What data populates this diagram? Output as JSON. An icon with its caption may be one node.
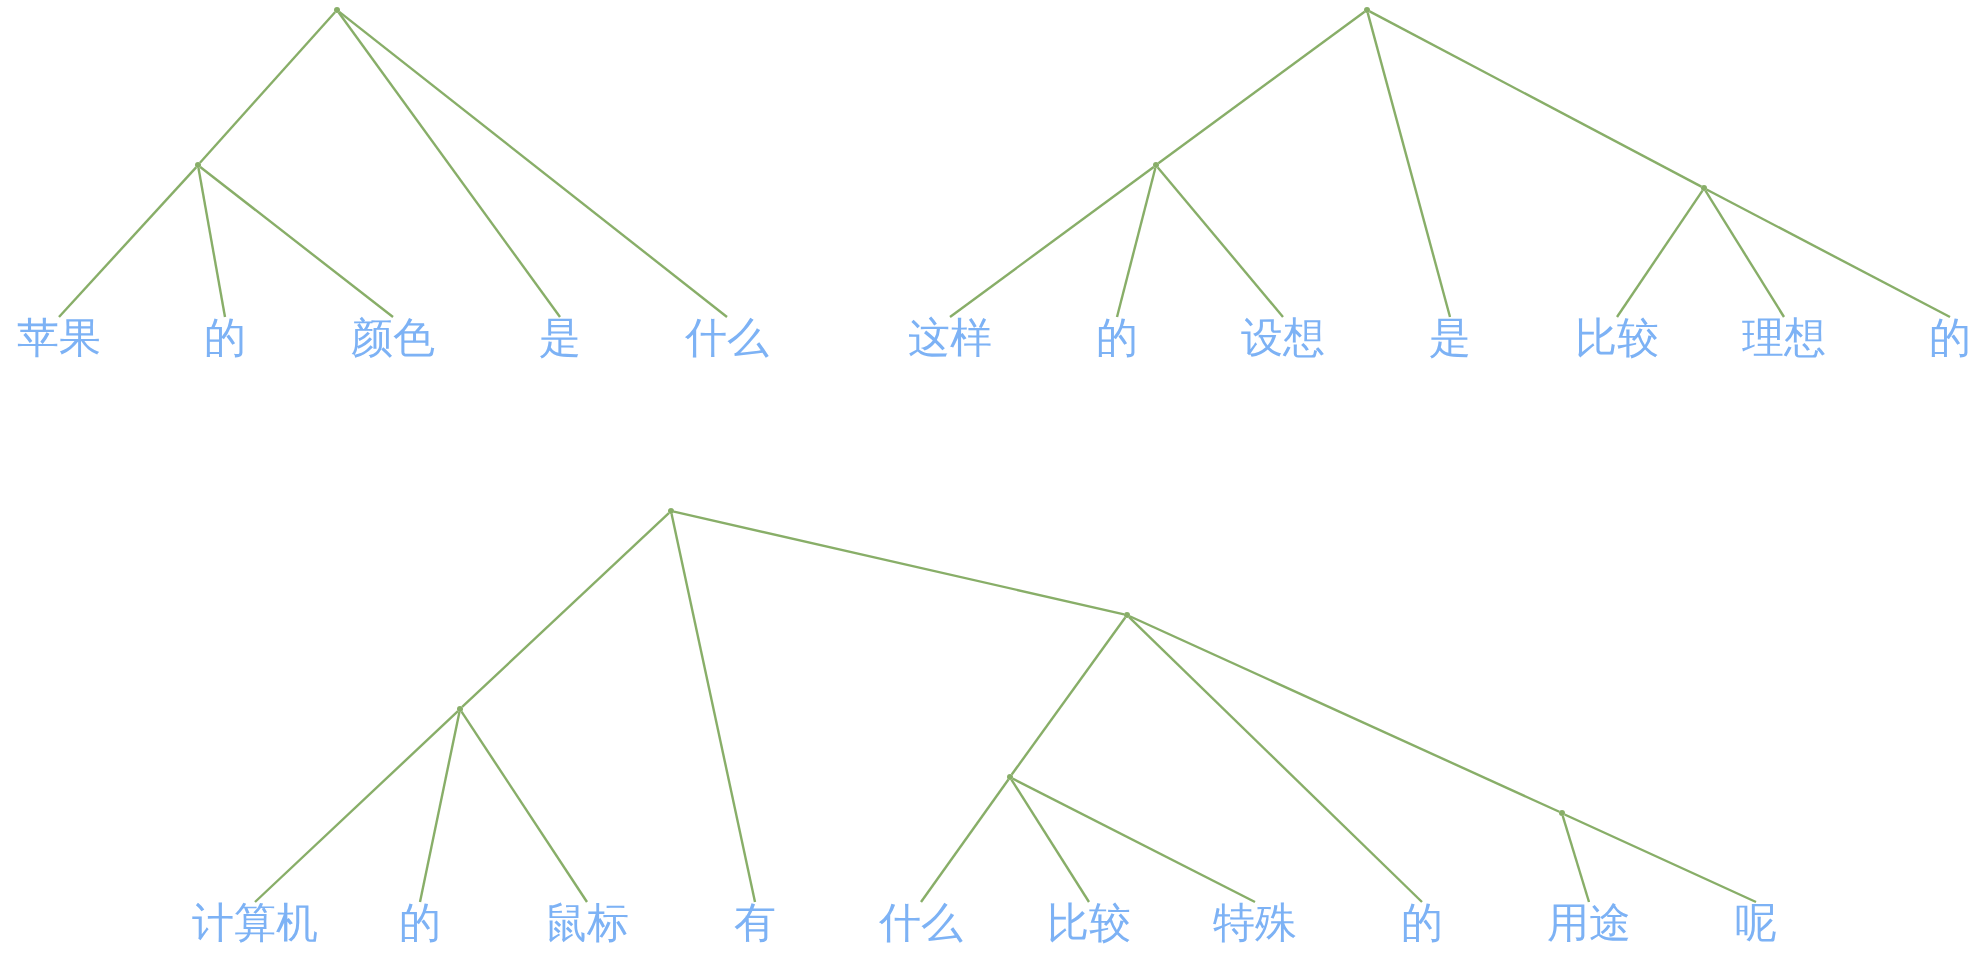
{
  "diagram": {
    "nodes": [
      {
        "text": [],
        "shape": "point"
      },
      {
        "text": [],
        "shape": "point"
      },
      {
        "text": [
          "苹果"
        ]
      },
      {
        "text": [
          "的"
        ]
      },
      {
        "text": [
          "颜色"
        ]
      },
      {
        "text": [
          "是"
        ]
      },
      {
        "text": [
          "什么"
        ]
      },
      {
        "text": [],
        "shape": "point"
      },
      {
        "text": [],
        "shape": "point"
      },
      {
        "text": [],
        "shape": "point"
      },
      {
        "text": [
          "这样"
        ]
      },
      {
        "text": [
          "的"
        ]
      },
      {
        "text": [
          "设想"
        ]
      },
      {
        "text": [
          "是"
        ]
      },
      {
        "text": [
          "比较"
        ]
      },
      {
        "text": [
          "理想"
        ]
      },
      {
        "text": [
          "的"
        ]
      },
      {
        "text": [],
        "shape": "point"
      },
      {
        "text": [],
        "shape": "point"
      },
      {
        "text": [],
        "shape": "point"
      },
      {
        "text": [],
        "shape": "point"
      },
      {
        "text": [],
        "shape": "point"
      },
      {
        "text": [
          "计算机"
        ]
      },
      {
        "text": [
          "的"
        ]
      },
      {
        "text": [
          "鼠标"
        ]
      },
      {
        "text": [
          "有"
        ]
      },
      {
        "text": [
          "什么"
        ]
      },
      {
        "text": [
          "比较"
        ]
      },
      {
        "text": [
          "特殊"
        ]
      },
      {
        "text": [
          "的"
        ]
      },
      {
        "text": [
          "用途"
        ]
      },
      {
        "text": [
          "呢"
        ]
      }
    ],
    "edges": [
      {
        "from": 0,
        "to": 1,
        "arrow": "none"
      },
      {
        "from": 1,
        "to": 2,
        "arrow": "none"
      },
      {
        "from": 1,
        "to": 3,
        "arrow": "none"
      },
      {
        "from": 1,
        "to": 4,
        "arrow": "none"
      },
      {
        "from": 0,
        "to": 5,
        "arrow": "none"
      },
      {
        "from": 0,
        "to": 6,
        "arrow": "none"
      },
      {
        "from": 7,
        "to": 8,
        "arrow": "none"
      },
      {
        "from": 8,
        "to": 10,
        "arrow": "none"
      },
      {
        "from": 8,
        "to": 11,
        "arrow": "none"
      },
      {
        "from": 8,
        "to": 12,
        "arrow": "none"
      },
      {
        "from": 7,
        "to": 13,
        "arrow": "none"
      },
      {
        "from": 7,
        "to": 9,
        "arrow": "none"
      },
      {
        "from": 9,
        "to": 14,
        "arrow": "none"
      },
      {
        "from": 9,
        "to": 15,
        "arrow": "none"
      },
      {
        "from": 9,
        "to": 16,
        "arrow": "none"
      },
      {
        "from": 17,
        "to": 18,
        "arrow": "none"
      },
      {
        "from": 18,
        "to": 22,
        "arrow": "none"
      },
      {
        "from": 18,
        "to": 23,
        "arrow": "none"
      },
      {
        "from": 18,
        "to": 24,
        "arrow": "none"
      },
      {
        "from": 17,
        "to": 25,
        "arrow": "none"
      },
      {
        "from": 17,
        "to": 19,
        "arrow": "none"
      },
      {
        "from": 19,
        "to": 20,
        "arrow": "none"
      },
      {
        "from": 20,
        "to": 26,
        "arrow": "none"
      },
      {
        "from": 20,
        "to": 27,
        "arrow": "none"
      },
      {
        "from": 20,
        "to": 28,
        "arrow": "none"
      },
      {
        "from": 19,
        "to": 29,
        "arrow": "none"
      },
      {
        "from": 19,
        "to": 21,
        "arrow": "none"
      },
      {
        "from": 21,
        "to": 30,
        "arrow": "none"
      },
      {
        "from": 21,
        "to": 31,
        "arrow": "none"
      }
    ]
  }
}
